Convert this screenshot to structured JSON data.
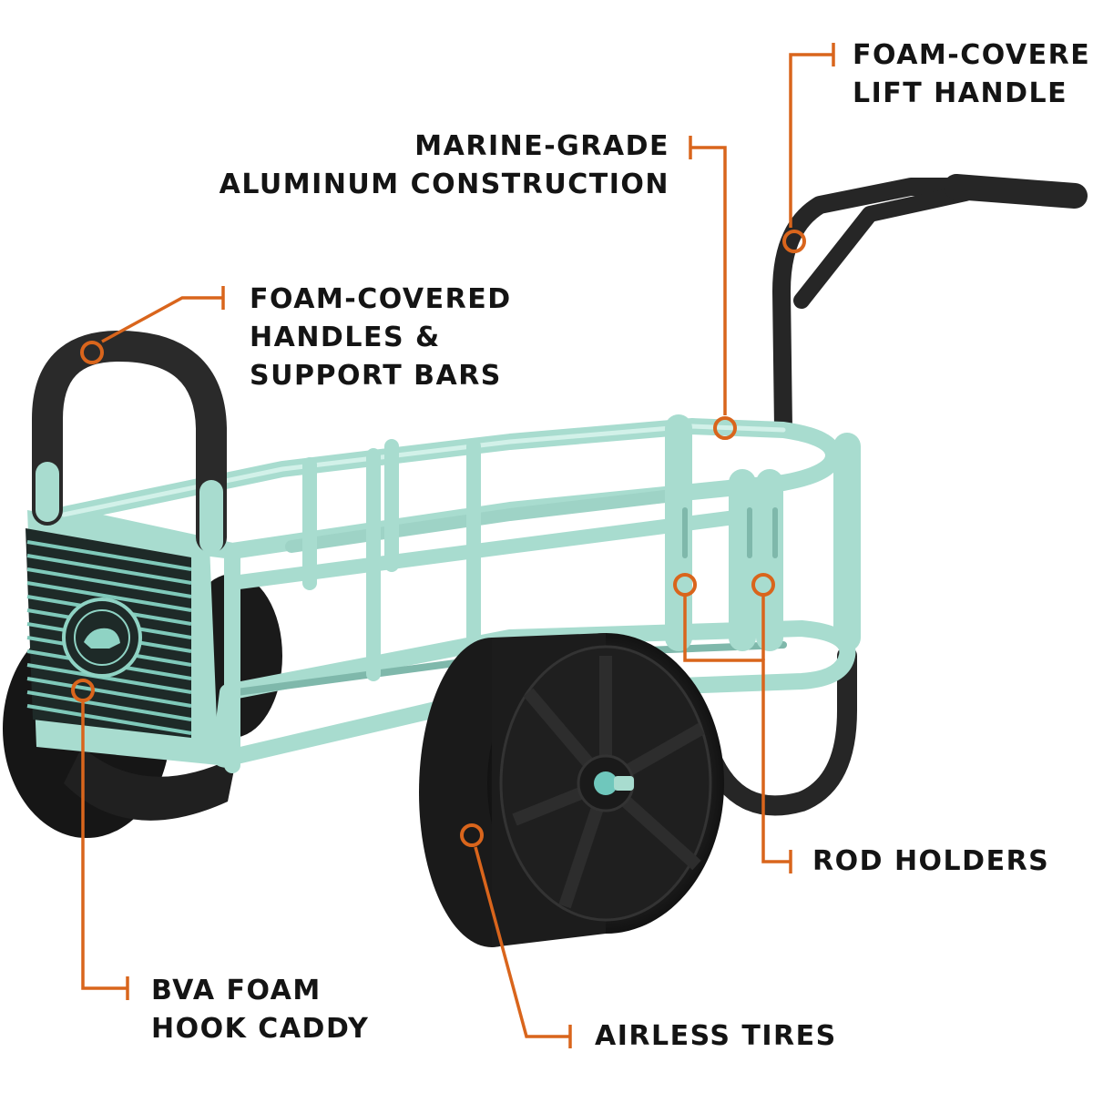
{
  "image": {
    "subject": "cart-illustration",
    "colors": {
      "frame": "#a8dccf",
      "frame_shade": "#7fb8ab",
      "frame_highlight": "#d2f1e9",
      "foam": "#2b2b2b",
      "tire": "#1c1c1c",
      "callout": "#d9651c",
      "text": "#141414",
      "background": "#ffffff"
    }
  },
  "callouts": {
    "lift_handle": {
      "line1": "FOAM-COVERED",
      "line2": "LIFT HANDLE"
    },
    "aluminum": {
      "line1": "MARINE-GRADE",
      "line2": "ALUMINUM CONSTRUCTION"
    },
    "handles": {
      "line1": "FOAM-COVERED",
      "line2": "HANDLES &",
      "line3": "SUPPORT BARS"
    },
    "rod_holders": {
      "line1": "ROD HOLDERS"
    },
    "hook_caddy": {
      "line1": "BVA FOAM",
      "line2": "HOOK CADDY"
    },
    "tires": {
      "line1": "AIRLESS TIRES"
    }
  }
}
